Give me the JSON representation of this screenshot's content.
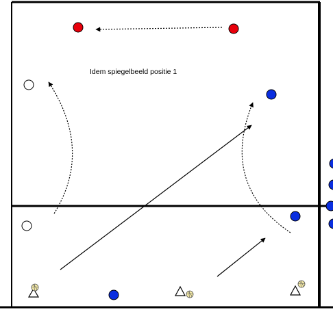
{
  "annotation": "Idem spiegelbeeld positie 1",
  "colors": {
    "red": "#e8000b",
    "blue": "#0a2ee0",
    "white": "#ffffff",
    "ball": "#f3e9a6",
    "line": "#000000"
  },
  "icons": {
    "player": "circle",
    "cone": "triangle",
    "ball": "volleyball"
  }
}
